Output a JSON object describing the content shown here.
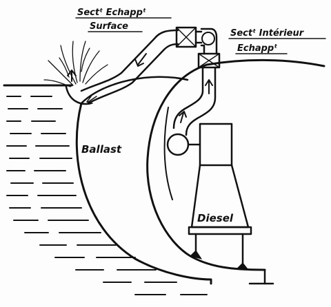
{
  "labels": {
    "surface_valve_line1": "Sectᵗ Echappᵗ",
    "surface_valve_line2": "Surface",
    "interior_valve_line1": "Sectᵗ Intérieur",
    "interior_valve_line2": "Echappᵗ",
    "ballast": "Ballast",
    "diesel": "Diesel"
  },
  "colors": {
    "ink": "#111111",
    "paper": "#fdfdfd"
  }
}
